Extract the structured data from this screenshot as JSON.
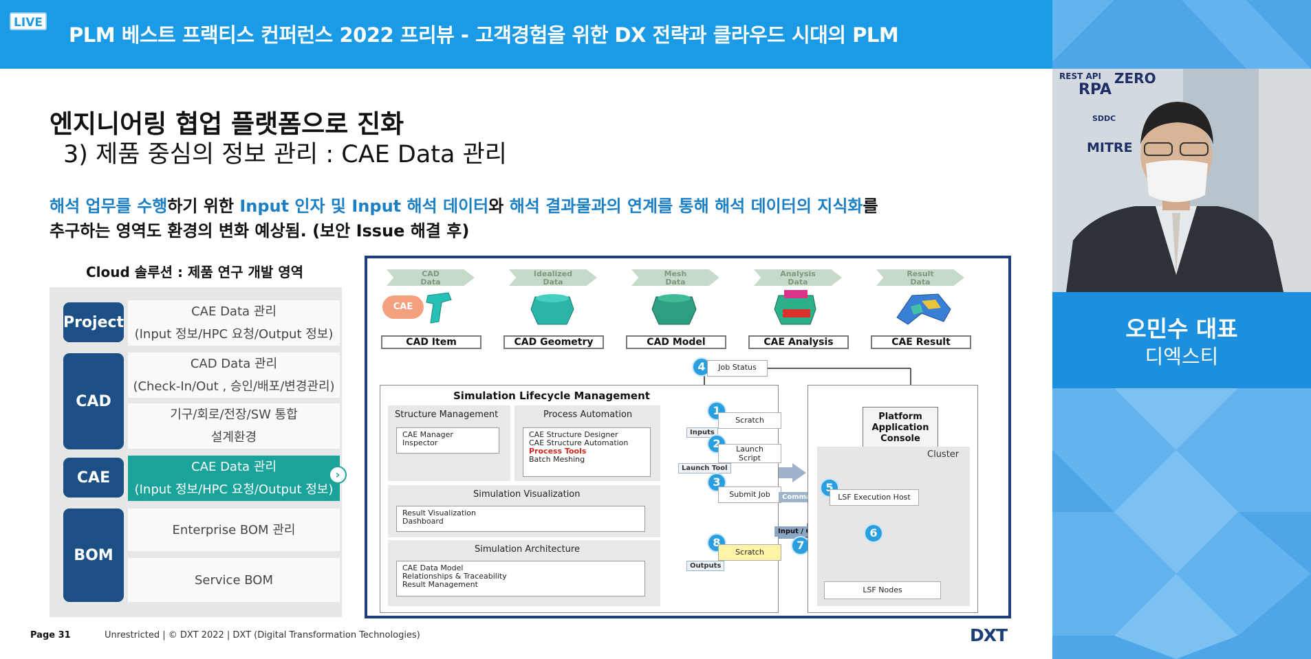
{
  "banner": {
    "live_badge": "LIVE",
    "title": "PLM 베스트 프랙티스 컨퍼런스 2022 프리뷰 - 고객경험을 위한 DX 전략과 클라우드 시대의 PLM"
  },
  "slide": {
    "heading": "엔지니어링 협업 플랫폼으로 진화",
    "subheading": "3) 제품 중심의 정보 관리 : CAE Data 관리",
    "summary": {
      "part1": "해석 업무를 수행",
      "part2": "하기 위한 ",
      "part3": "Input 인자 및 Input 해석 데이터",
      "part4": "와 ",
      "part5": "해석 결과물과의 연계를 통해 해석 데이터의 지식화",
      "part6": "를",
      "line2": "추구하는 영역도 환경의 변화 예상됨. (보안 Issue 해결 후)"
    },
    "cloud_title": "Cloud 솔루션 : 제품 연구 개발 영역",
    "categories": [
      {
        "label": "Project"
      },
      {
        "label": "CAD"
      },
      {
        "label": "CAE"
      },
      {
        "label": "BOM"
      }
    ],
    "items": [
      {
        "line1": "CAE Data 관리",
        "line2": "(Input 정보/HPC 요청/Output 정보)"
      },
      {
        "line1": "CAD Data 관리",
        "line2": "(Check-In/Out , 승인/배포/변경관리)"
      },
      {
        "line1": "기구/회로/전장/SW 통합",
        "line2": "설계환경"
      },
      {
        "line1": "CAE Data 관리",
        "line2": "(Input 정보/HPC 요청/Output 정보)"
      },
      {
        "line1": "Enterprise BOM 관리",
        "line2": ""
      },
      {
        "line1": "Service BOM",
        "line2": ""
      }
    ],
    "arrow_icon": "›",
    "footer": {
      "page": "Page 31",
      "text": "Unrestricted | © DXT 2022 | DXT (Digital Transformation Technologies)",
      "logo": "DXT"
    }
  },
  "diagram": {
    "cad_cloud": "CAE",
    "stages": [
      {
        "header": "CAD\nData",
        "label": "CAD Item",
        "color": "#25c0b6"
      },
      {
        "header": "Idealized\nData",
        "label": "CAD Geometry",
        "color": "#2bb5a6"
      },
      {
        "header": "Mesh\nData",
        "label": "CAD Model",
        "color": "#2e9e80"
      },
      {
        "header": "Analysis\nData",
        "label": "CAE Analysis",
        "color": "#2bb08a"
      },
      {
        "header": "Result\nData",
        "label": "CAE Result",
        "color": "#3a7fd6"
      }
    ],
    "slm_title": "Simulation Lifecycle Management",
    "structure_mgmt": {
      "title": "Structure  Management",
      "lines": [
        "CAE Manager",
        "Inspector"
      ]
    },
    "process_auto": {
      "title": "Process Automation",
      "lines": [
        "CAE Structure Designer",
        "CAE Structure Automation"
      ],
      "red": "Process Tools",
      "last": "Batch Meshing"
    },
    "sim_vis": {
      "title": "Simulation Visualization",
      "lines": [
        "Result Visualization",
        "Dashboard"
      ]
    },
    "sim_arch": {
      "title": "Simulation Architecture",
      "lines": [
        "CAE Data Model",
        "Relationships & Traceability",
        "Result Management"
      ]
    },
    "steps": {
      "s1": "1",
      "s2": "2",
      "s3": "3",
      "s4": "4",
      "s5": "5",
      "s6": "6",
      "s7": "7",
      "s8": "8"
    },
    "labels": {
      "scratch": "Scratch",
      "launch_script": "Launch\nScript",
      "submit_job": "Submit Job",
      "scratch2": "Scratch",
      "job_status": "Job Status",
      "inputs": "Inputs",
      "launch_tool": "Launch Tool",
      "outputs": "Outputs",
      "command": "Command",
      "input_output": "Input / Output",
      "platform": "Platform\nApplication\nConsole",
      "cluster": "Cluster",
      "lsf_host": "LSF Execution Host",
      "lsf_nodes": "LSF Nodes"
    }
  },
  "speaker": {
    "name": "오민수 대표",
    "org": "디엑스티",
    "backdrop": [
      "REST API",
      "RPA",
      "ZERO",
      "SDDC",
      "MITRE"
    ]
  }
}
